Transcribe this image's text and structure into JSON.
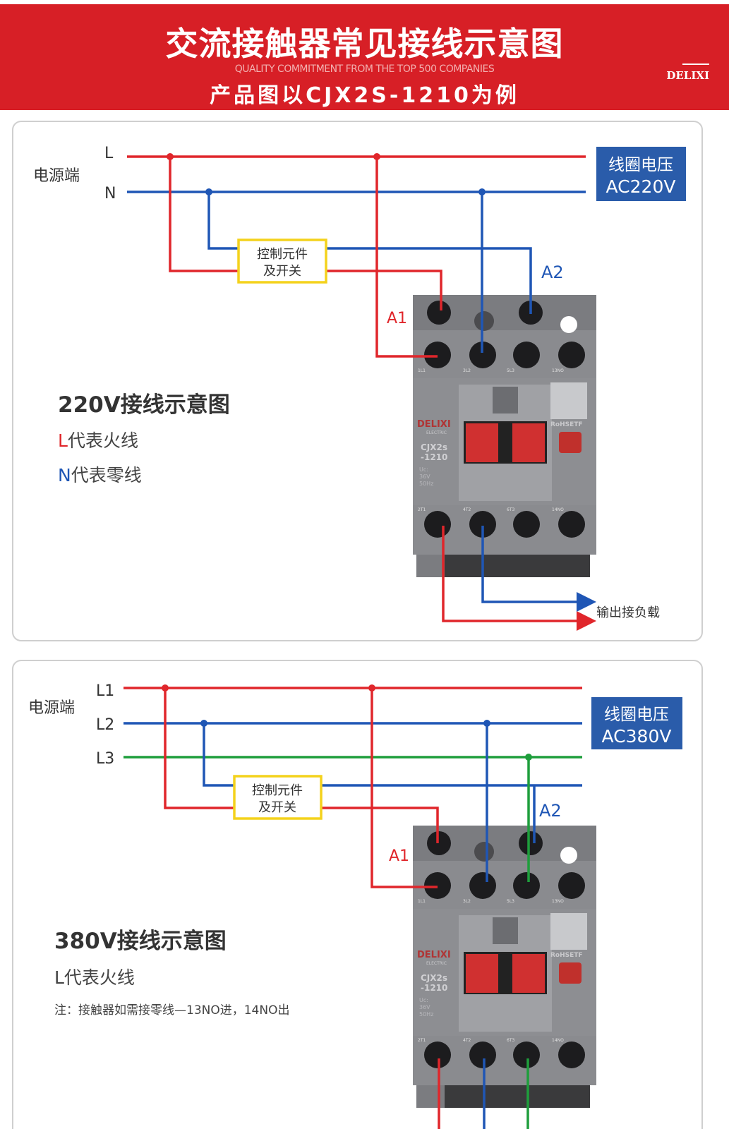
{
  "header": {
    "title": "交流接触器常见接线示意图",
    "subtitle_en": "QUALITY COMMITMENT FROM THE TOP 500 COMPANIES",
    "subtitle": "产品图以CJX2S-1210为例",
    "brand": "DELIXI"
  },
  "colors": {
    "red": "#e0262b",
    "blue": "#1f56b5",
    "green": "#1e9e3c",
    "box_blue": "#2a5caa",
    "yellow": "#f4d21c"
  },
  "diagram1": {
    "source_label": "电源端",
    "line_labels": [
      "L",
      "N"
    ],
    "coil_voltage_label": "线圈电压",
    "coil_voltage": "AC220V",
    "control_label_1": "控制元件",
    "control_label_2": "及开关",
    "a1": "A1",
    "a2": "A2",
    "output_label": "输出接负载",
    "title": "220V接线示意图",
    "legend_l_letter": "L",
    "legend_l_text": "代表火线",
    "legend_n_letter": "N",
    "legend_n_text": "代表零线"
  },
  "diagram2": {
    "source_label": "电源端",
    "line_labels": [
      "L1",
      "L2",
      "L3"
    ],
    "coil_voltage_label": "线圈电压",
    "coil_voltage": "AC380V",
    "control_label_1": "控制元件",
    "control_label_2": "及开关",
    "a1": "A1",
    "a2": "A2",
    "title": "380V接线示意图",
    "legend_l": "L代表火线",
    "note": "注：接触器如需接零线—13NO进，14NO出"
  },
  "contactor": {
    "brand": "DELIXI",
    "brand_sub": "ELECTRIC",
    "model_1": "CJX2s",
    "model_2": "-1210",
    "spec_1": "Uc:",
    "spec_2": "36V",
    "spec_3": "50Hz",
    "cert": "RoHSETF",
    "top_terminals": [
      "1L1",
      "3L2",
      "5L3",
      "13NO"
    ],
    "bottom_terminals": [
      "2T1",
      "4T2",
      "6T3",
      "14NO"
    ]
  }
}
